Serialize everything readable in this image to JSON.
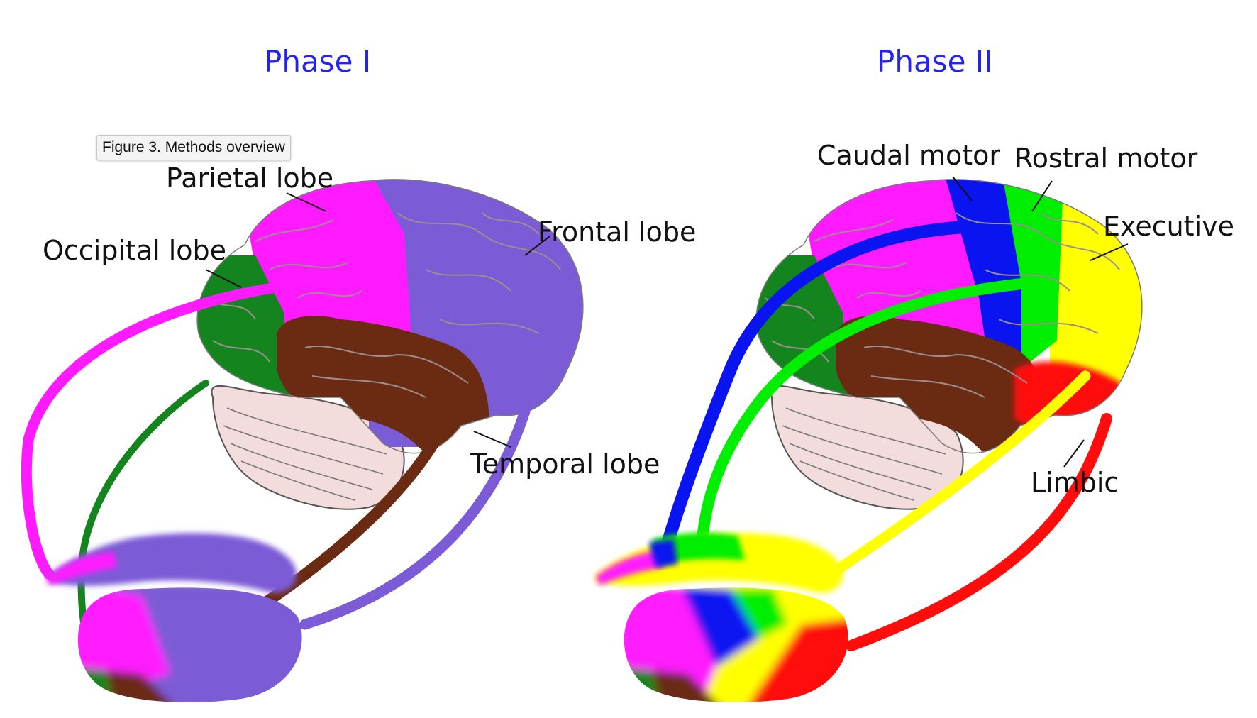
{
  "figure": {
    "tooltip": "Figure 3. Methods overview",
    "phases": [
      {
        "title": "Phase I",
        "labels": {
          "parietal": "Parietal lobe",
          "occipital": "Occipital lobe",
          "frontal": "Frontal lobe",
          "temporal": "Temporal lobe"
        }
      },
      {
        "title": "Phase II",
        "labels": {
          "caudal_motor": "Caudal motor",
          "rostral_motor": "Rostral motor",
          "executive": "Executive",
          "limbic": "Limbic"
        }
      }
    ],
    "colors": {
      "title": "#2323ee",
      "occipital": "#14841e",
      "parietal": "#ff1aff",
      "frontal": "#7b5bd6",
      "temporal": "#6b2b12",
      "cerebellum": "#f3dcdc",
      "caudal_motor": "#0a14f0",
      "rostral_motor": "#00ee00",
      "executive": "#ffff00",
      "limbic": "#ff0d0d"
    }
  }
}
